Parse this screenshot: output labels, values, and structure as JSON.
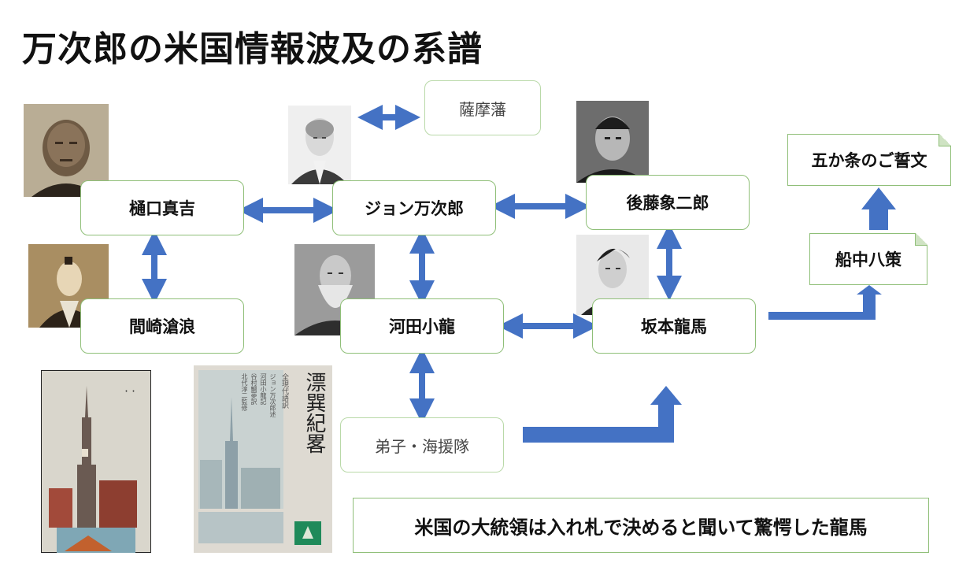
{
  "title": "万次郎の米国情報波及の系譜",
  "nodes": {
    "higuchi": "樋口真吉",
    "john": "ジョン万次郎",
    "goto": "後藤象二郎",
    "satsuma": "薩摩藩",
    "mazaki": "間崎滄浪",
    "kawada": "河田小龍",
    "sakamoto": "坂本龍馬",
    "deshi": "弟子・海援隊",
    "senchu": "船中八策",
    "gokajo": "五か条のご誓文"
  },
  "book_title": "漂巽紀畧",
  "book_cover_lines": [
    "全現代語訳",
    "ジョン万次郎述",
    "河田小龍記",
    "谷村鯛夢訳",
    "北代淳二監修"
  ],
  "caption": "米国の大統領は入れ札で決めると聞いて驚愕した龍馬",
  "colors": {
    "arrow": "#4472c4",
    "box_border": "#8fbf78"
  }
}
